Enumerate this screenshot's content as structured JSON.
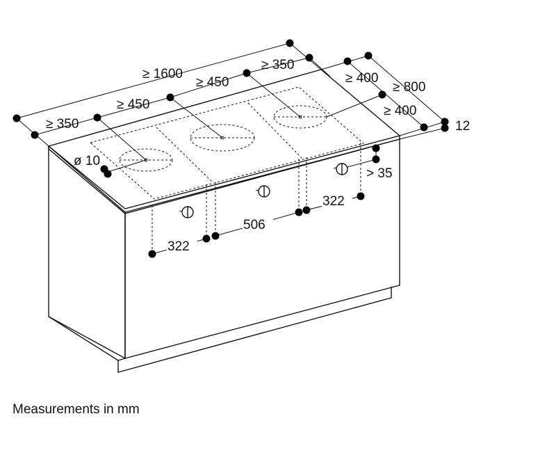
{
  "dimensions": {
    "total_width": "≥ 1600",
    "left_margin": "≥ 350",
    "center_left": "≥ 450",
    "center_right": "≥ 450",
    "right_margin": "≥ 350",
    "depth_back": "≥ 400",
    "depth_total": "≥ 800",
    "depth_front": "≥ 400",
    "top_thickness": "12",
    "hole_diameter": "ø 10",
    "knob_height": "> 35",
    "knob_left": "322",
    "knob_spacing": "506",
    "knob_right": "322"
  },
  "caption": "Measurements in mm"
}
